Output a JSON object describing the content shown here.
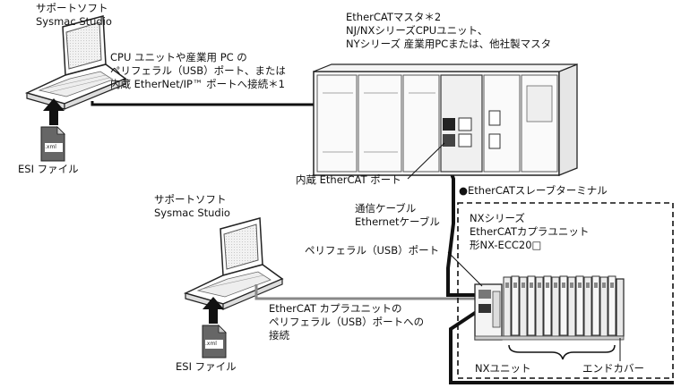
{
  "pc_top": {
    "title_line1": "サポートソフト",
    "title_line2": "Sysmac Studio",
    "esi_label": "ESI ファイル",
    "file_ext": ".xml"
  },
  "pc_bottom": {
    "title_line1": "サポートソフト",
    "title_line2": "Sysmac Studio",
    "esi_label": "ESI ファイル",
    "file_ext": ".xml"
  },
  "usb_note_top": {
    "line1": "CPU ユニットや産業用 PC の",
    "line2": "ペリフェラル（USB）ポート、または",
    "line3": "内蔵 EtherNet/IP™ ポートへ接続＊1"
  },
  "master": {
    "line1": "EtherCATマスタ＊2",
    "line2": "NJ/NXシリーズCPUユニット、",
    "line3": "NYシリーズ 産業用PCまたは、他社製マスタ"
  },
  "ethercat_port_label": "内蔵 EtherCAT ポート",
  "cable": {
    "line1": "通信ケーブル",
    "line2": "Ethernetケーブル"
  },
  "slave_terminal": {
    "title": "●EtherCATスレーブターミナル",
    "line1": "NXシリーズ",
    "line2": "EtherCATカプラユニット",
    "line3": "形NX-ECC20□",
    "usb_port_label": "ペリフェラル（USB）ポート",
    "nx_units_label": "NXユニット",
    "end_cover_label": "エンドカバー"
  },
  "usb_note_bottom": {
    "line1": "EtherCAT カプラユニットの",
    "line2": "ペリフェラル（USB）ポートへの",
    "line3": "接続"
  }
}
